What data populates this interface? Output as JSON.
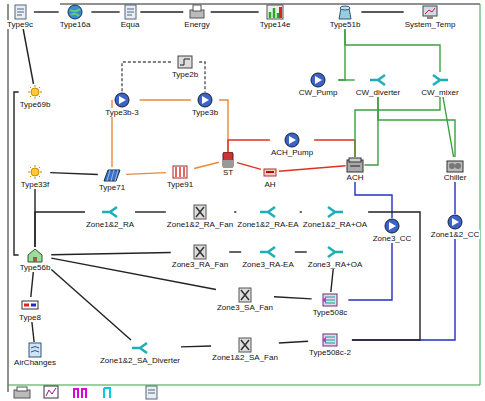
{
  "diagram": {
    "nodes": [
      {
        "text": [
          "Type9c"
        ]
      },
      {
        "text": [
          "Type16a"
        ]
      },
      {
        "text": [
          "Equa"
        ]
      },
      {
        "text": [
          "Energy"
        ]
      },
      {
        "text": [
          "Type14e"
        ]
      },
      {
        "text": [
          "Type51b"
        ]
      },
      {
        "text": [
          "System_Temp"
        ]
      },
      {
        "text": [
          "Type2b"
        ]
      },
      {
        "text": [
          "CW_Pump"
        ]
      },
      {
        "text": [
          "CW_diverter"
        ]
      },
      {
        "text": [
          "CW_mixer"
        ]
      },
      {
        "text": [
          "Type69b"
        ]
      },
      {
        "text": [
          "Type3b-3"
        ]
      },
      {
        "text": [
          "Type3b"
        ]
      },
      {
        "text": [
          "Type33f"
        ]
      },
      {
        "text": [
          "Type71"
        ]
      },
      {
        "text": [
          "Type91"
        ]
      },
      {
        "text": [
          "ST"
        ]
      },
      {
        "text": [
          "ACH_Pump"
        ]
      },
      {
        "text": [
          "AH"
        ]
      },
      {
        "text": [
          "ACH"
        ]
      },
      {
        "text": [
          "Chiller"
        ]
      },
      {
        "text": [
          "Zone1&2_RA"
        ]
      },
      {
        "text": [
          "Zone1&2_RA_Fan"
        ]
      },
      {
        "text": [
          "Zone1&2_RA-EA"
        ]
      },
      {
        "text": [
          "Zone1&2_RA+OA"
        ]
      },
      {
        "text": [
          "Zone3_CC"
        ]
      },
      {
        "text": [
          "Zone1&2_CC"
        ]
      },
      {
        "text": [
          "Type56b"
        ]
      },
      {
        "text": [
          "Zone3_RA_Fan"
        ]
      },
      {
        "text": [
          "Zone3_RA-EA"
        ]
      },
      {
        "text": [
          "Zone3_RA+OA"
        ]
      },
      {
        "text": [
          "Type8"
        ]
      },
      {
        "text": [
          "Zone3_SA_Fan"
        ]
      },
      {
        "text": [
          "Type508c"
        ]
      },
      {
        "text": [
          "AirChanges"
        ]
      },
      {
        "text": [
          "Zone1&2_SA_Diverter"
        ]
      },
      {
        "text": [
          "Zone1&2_SA_Fan"
        ]
      },
      {
        "text": [
          "Type508c-2"
        ]
      }
    ],
    "edges": [
      {
        "from": 15,
        "to": 12,
        "arrow": "none"
      },
      {
        "from": 12,
        "to": 13,
        "arrow": "none"
      },
      {
        "from": 13,
        "to": 17,
        "arrow": "none"
      },
      {
        "from": 17,
        "to": 16,
        "arrow": "none"
      },
      {
        "from": 16,
        "to": 15,
        "arrow": "none"
      },
      {
        "from": 17,
        "to": 18,
        "arrow": "none"
      },
      {
        "from": 18,
        "to": 20,
        "arrow": "none"
      },
      {
        "from": 20,
        "to": 19,
        "arrow": "none"
      },
      {
        "from": 19,
        "to": 17,
        "arrow": "none"
      },
      {
        "from": 5,
        "to": 8,
        "arrow": "none"
      },
      {
        "from": 8,
        "to": 9,
        "arrow": "none"
      },
      {
        "from": 9,
        "to": 20,
        "arrow": "none"
      },
      {
        "from": 9,
        "to": 21,
        "arrow": "none"
      },
      {
        "from": 20,
        "to": 10,
        "arrow": "none"
      },
      {
        "from": 21,
        "to": 10,
        "arrow": "none"
      },
      {
        "from": 10,
        "to": 5,
        "arrow": "none"
      },
      {
        "from": 21,
        "to": 27,
        "arrow": "none"
      },
      {
        "from": 20,
        "to": 26,
        "arrow": "none"
      },
      {
        "from": 26,
        "to": 34,
        "arrow": "none"
      },
      {
        "from": 27,
        "to": 38,
        "arrow": "none"
      },
      {
        "from": 28,
        "to": 22,
        "arrow": "none"
      },
      {
        "from": 22,
        "to": 23,
        "arrow": "none"
      },
      {
        "from": 23,
        "to": 24,
        "arrow": "none"
      },
      {
        "from": 24,
        "to": 25,
        "arrow": "none"
      },
      {
        "from": 25,
        "to": 38,
        "arrow": "none"
      },
      {
        "from": 28,
        "to": 29,
        "arrow": "none"
      },
      {
        "from": 29,
        "to": 30,
        "arrow": "none"
      },
      {
        "from": 30,
        "to": 31,
        "arrow": "none"
      },
      {
        "from": 31,
        "to": 34,
        "arrow": "none"
      },
      {
        "from": 34,
        "to": 33,
        "arrow": "none"
      },
      {
        "from": 33,
        "to": 28,
        "arrow": "none"
      },
      {
        "from": 38,
        "to": 37,
        "arrow": "none"
      },
      {
        "from": 37,
        "to": 36,
        "arrow": "none"
      },
      {
        "from": 36,
        "to": 28,
        "arrow": "none"
      },
      {
        "from": 0,
        "to": 1,
        "arrow": "none"
      },
      {
        "from": 1,
        "to": 2,
        "arrow": "none"
      },
      {
        "from": 2,
        "to": 3,
        "arrow": "none"
      },
      {
        "from": 11,
        "to": 28,
        "arrow": "none"
      },
      {
        "from": 14,
        "to": 28,
        "arrow": "none"
      },
      {
        "from": 28,
        "to": 32,
        "arrow": "none"
      },
      {
        "from": 32,
        "to": 35,
        "arrow": "none"
      },
      {
        "from": 0,
        "to": 11,
        "arrow": "none"
      },
      {
        "from": 3,
        "to": 4,
        "arrow": "none"
      },
      {
        "from": 5,
        "to": 6,
        "arrow": "none"
      },
      {
        "from": 7,
        "to": 12,
        "arrow": "none"
      },
      {
        "from": 7,
        "to": 13,
        "arrow": "none"
      },
      {
        "from": 14,
        "to": 15,
        "arrow": "none"
      }
    ]
  }
}
